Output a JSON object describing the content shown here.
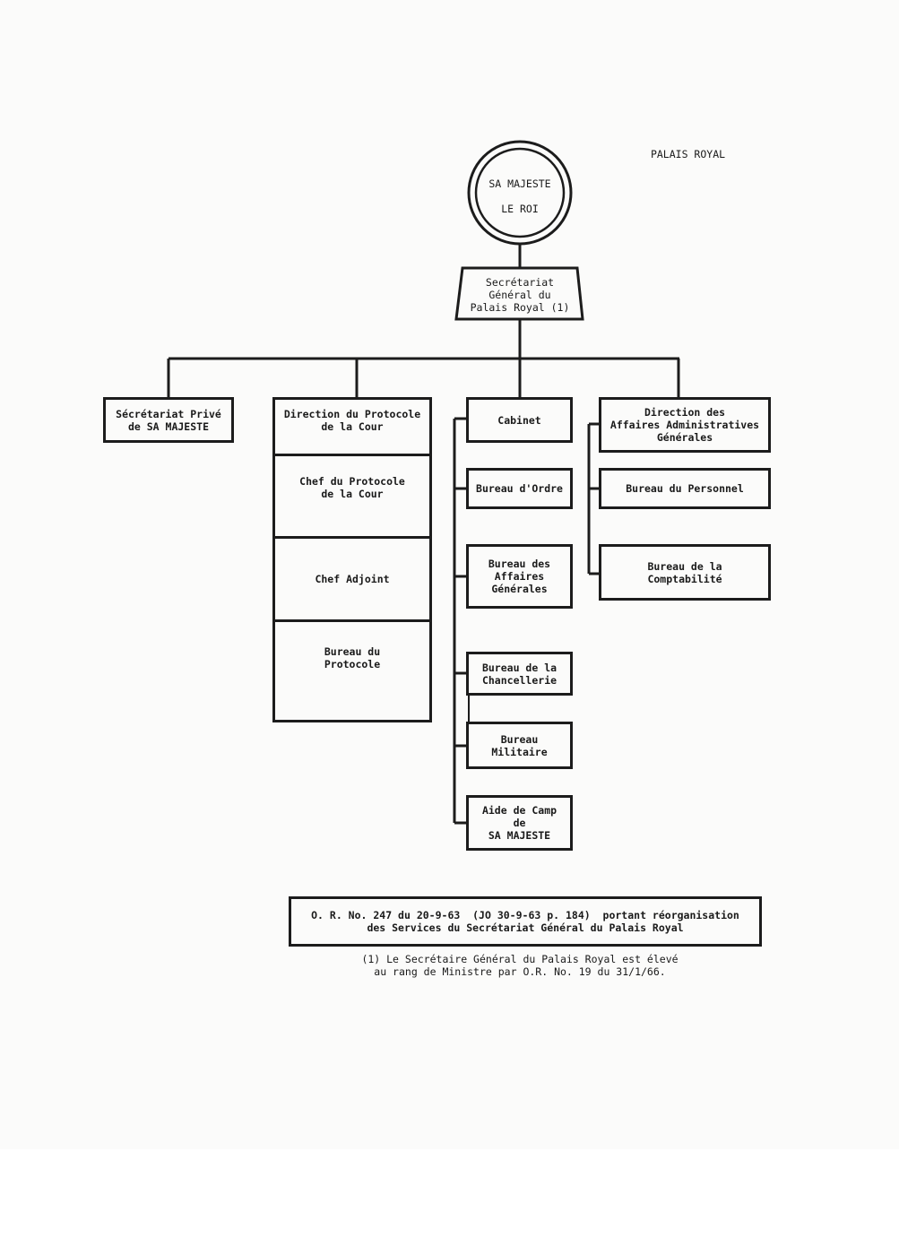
{
  "header": {
    "label": "PALAIS ROYAL"
  },
  "king": {
    "line1": "SA MAJESTE",
    "line2": "LE ROI"
  },
  "secretariat_general": {
    "line1": "Secrétariat",
    "line2": "Général du",
    "line3": "Palais Royal (1)"
  },
  "branches": {
    "prive": {
      "line1": "Sécrétariat Privé",
      "line2": "de SA MAJESTE"
    },
    "protocole": {
      "head": {
        "line1": "Direction du Protocole",
        "line2": "de la Cour"
      },
      "cells": [
        {
          "line1": "Chef du Protocole",
          "line2": "de la Cour"
        },
        {
          "line1": "Chef Adjoint"
        },
        {
          "line1": "Bureau du",
          "line2": "Protocole"
        }
      ]
    },
    "cabinet": {
      "head": "Cabinet",
      "items": [
        {
          "line1": "Bureau d'Ordre"
        },
        {
          "line1": "Bureau des",
          "line2": "Affaires",
          "line3": "Générales"
        },
        {
          "line1": "Bureau de la",
          "line2": "Chancellerie"
        },
        {
          "line1": "Bureau",
          "line2": "Militaire"
        },
        {
          "line1": "Aide de Camp",
          "line2": "de",
          "line3": "SA MAJESTE"
        }
      ]
    },
    "administratives": {
      "head": {
        "line1": "Direction des",
        "line2": "Affaires Administratives",
        "line3": "Générales"
      },
      "items": [
        {
          "line1": "Bureau du Personnel"
        },
        {
          "line1": "Bureau de la",
          "line2": "Comptabilité"
        }
      ]
    }
  },
  "reference": {
    "line1": "O. R. No. 247 du 20-9-63  (JO 30-9-63 p. 184)  portant réorganisation",
    "line2": "des Services du Secrétariat Général du Palais Royal"
  },
  "footnote": {
    "line1": "(1) Le Secrétaire Général du Palais Royal est élevé",
    "line2": "au rang de Ministre par O.R. No. 19 du 31/1/66."
  }
}
